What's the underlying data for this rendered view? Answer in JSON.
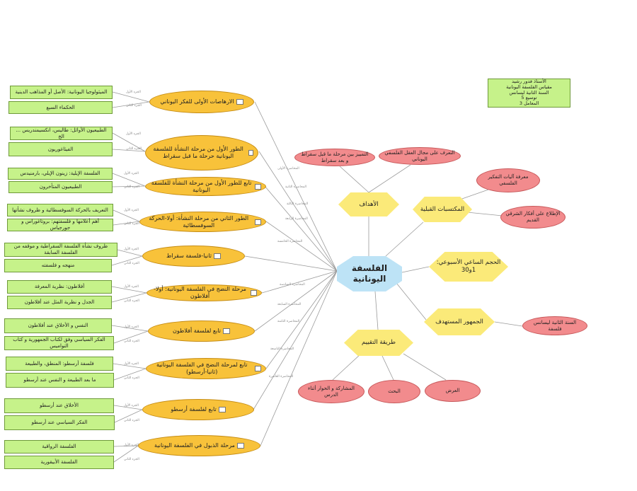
{
  "central": "الفلسفة اليونانية",
  "info_box": [
    "الأستاذ فدور رشيد",
    "مقياس الفلسفة اليونانية",
    "السنة الثانية ليسانس",
    "توسيع 5",
    "المعامل 3"
  ],
  "right": {
    "objectives": "الأهداف",
    "objective_items": [
      "التمييز بين مرحلة ما قبل سقراط و بعد سقراط",
      "التعرف على مجال العقل الفلسفي اليوناني"
    ],
    "prior_knowledge": "المكتسبات القبلية",
    "prior_items": [
      "معرفة آليات التفكير الفلسفي",
      "الإطلاع على أفكار الشرقي القديم"
    ],
    "weekly_volume": "الحجم الساعي الأسبوعي: 1و30",
    "audience": "الجمهور المستهدف",
    "audience_item": "السنة الثانية ليسانس فلسفة",
    "evaluation": "طريقة التقييم",
    "evaluation_items": [
      "المشاركة و الحوار أثناء الدرس",
      "البحث",
      "العرض"
    ]
  },
  "lectures": [
    {
      "title": "الارهاصات الأولى للفكر اليوناني",
      "edge": "المحاضرة الأولى",
      "parts": [
        "الميثولوجيا اليونانية: الأصل أو المذاهب الدينية",
        "الحكماء السبع"
      ]
    },
    {
      "title": "الطور الأول من مرحلة النشأة للفلسفة اليونانية حرحلة ما قبل سقراط",
      "edge": "المحاضرة الثانية",
      "parts": [
        "الطبيعيون الأوائل: طاليس، انكسيمندريس ... الخ",
        "الفيثاغوريون"
      ]
    },
    {
      "title": "تابع للطور الأول من مرحلة النشأة للفلسفة اليونانية",
      "edge": "المحاضرة الثالثة",
      "parts": [
        "الفلسفة الإيلية: زينون الإيلي، بارمنيدس",
        "الطبيعيون المتأخرون"
      ]
    },
    {
      "title": "الطور الثاني من مرحلة النشأة: أولا-الحركة السوفسطائية",
      "edge": "المحاضرة الرابعة",
      "parts": [
        "التعريف بالحركة السوفسطائية و ظروف نشأتها",
        "أهم أعلامها و فلسفتهم: بروتاغوراس و جورجياس"
      ]
    },
    {
      "title": "ثانيا-فلسفة سقراط",
      "edge": "المحاضرة الخامسة",
      "parts": [
        "ظروف نشأة الفلسفة السقراطية و موقفه من الفلسفة السابقة",
        "منهجه و فلسفته"
      ]
    },
    {
      "title": "مرحلة النضج في الفلسفة اليونانية: أولا-أفلاطون",
      "edge": "المحاضرة السادسة",
      "parts": [
        "أفلاطون: نظرية المعرفة",
        "الجدل و نظرية المثل عند أفلاطون"
      ]
    },
    {
      "title": "تابع لفلسفة أفلاطون",
      "edge": "المحاضرة السابعة",
      "parts": [
        "النفس و الأخلاق عند أفلاطون",
        "الفكر السياسي وفق لكتاب الجمهورية و كتاب النواميس"
      ]
    },
    {
      "title": "تابع لمرحلة النضج في الفلسفة اليونانية (ثانيا-أرسطو)",
      "edge": "المحاضرة الثامنة",
      "parts": [
        "فلسفة أرسطو: المنطق، والطبيعة",
        "ما بعد الطبيعة و النفس عند أرسطو"
      ]
    },
    {
      "title": "تابع لفلسفة أرسطو",
      "edge": "المحاضرة التاسعة",
      "parts": [
        "الأخلاق عند أرسطو",
        "الفكر السياسي عند أرسطو"
      ]
    },
    {
      "title": "مرحلة الذبول في الفلسفة اليونانية",
      "edge": "المحاضرة العاشرة",
      "parts": [
        "الفلسفة الرواقية",
        "الفلسفة الأبيقورية"
      ]
    }
  ],
  "part_labels": [
    "الجزء الأول",
    "الجزء الثاني"
  ],
  "colors": {
    "line": "#9a9a9a",
    "box_fill": "#c6f28a",
    "ellipse_fill": "#f8c23a",
    "red_fill": "#f28b8d",
    "hex_fill": "#fbea79",
    "center_fill": "#bde3f6"
  }
}
